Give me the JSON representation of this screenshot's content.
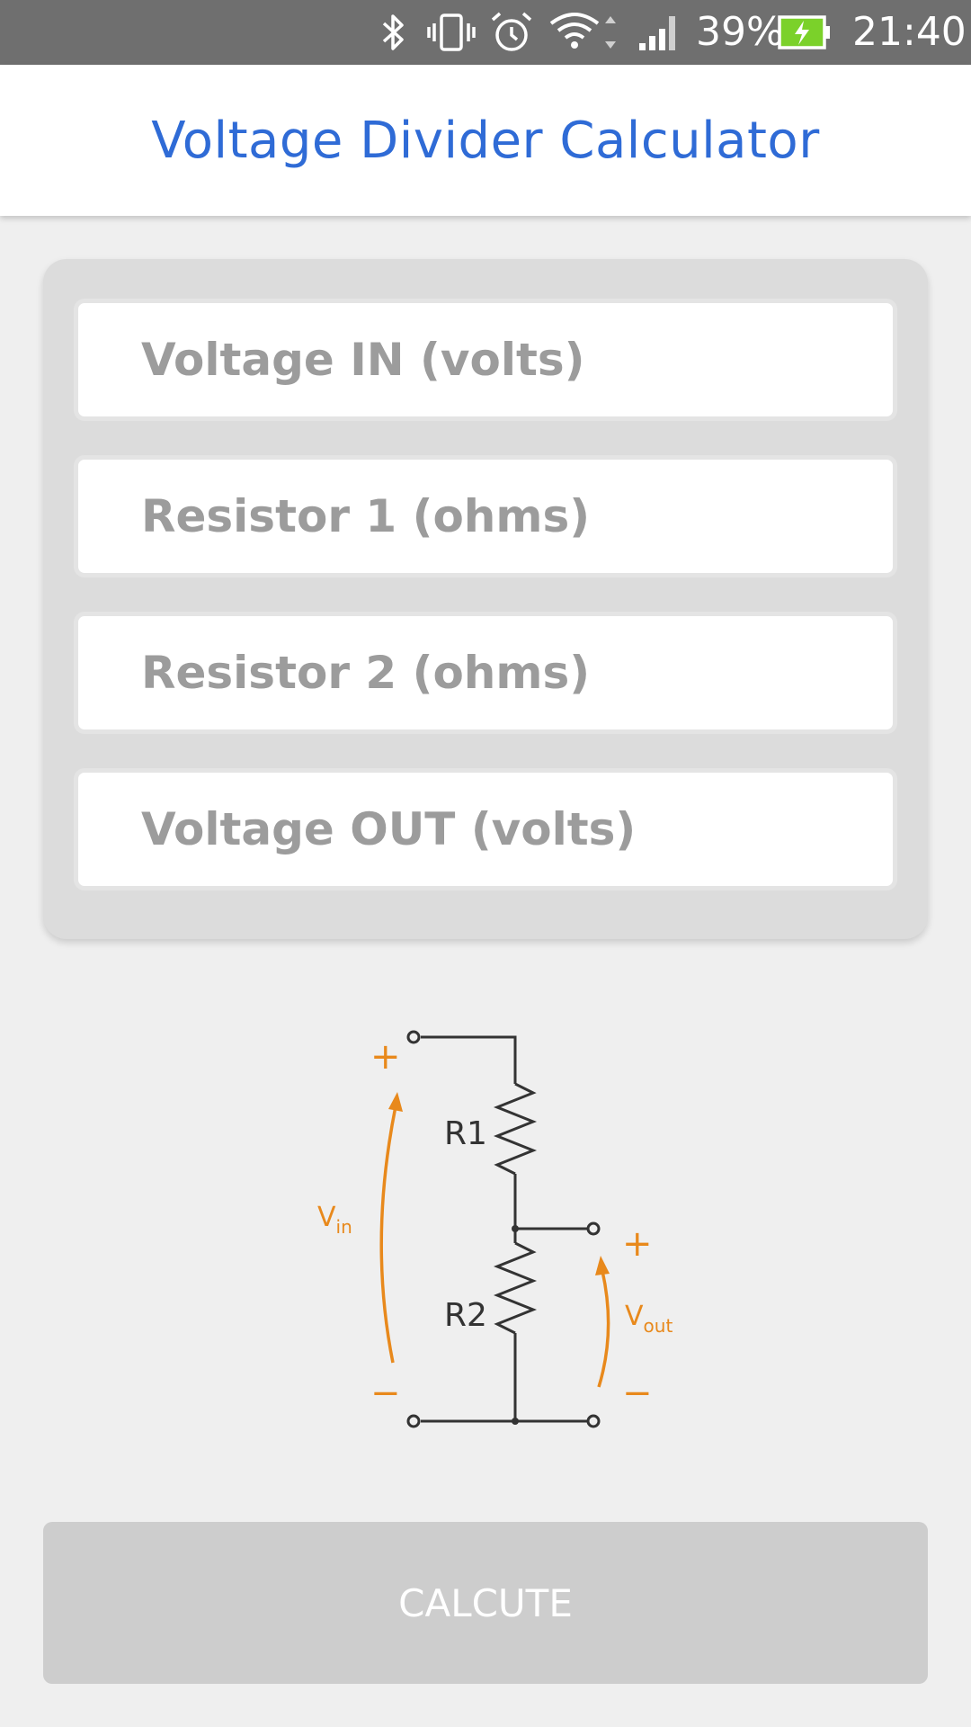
{
  "status_bar": {
    "battery_percent": "39%",
    "time": "21:40",
    "icons": [
      "bluetooth-icon",
      "vibrate-icon",
      "alarm-icon",
      "wifi-icon",
      "signal-icon",
      "battery-charging-icon"
    ]
  },
  "app_bar": {
    "title": "Voltage Divider Calculator"
  },
  "form": {
    "voltage_in": {
      "value": "",
      "placeholder": "Voltage IN (volts)"
    },
    "resistor_1": {
      "value": "",
      "placeholder": "Resistor 1 (ohms)"
    },
    "resistor_2": {
      "value": "",
      "placeholder": "Resistor 2 (ohms)"
    },
    "voltage_out": {
      "value": "",
      "placeholder": "Voltage OUT (volts)"
    }
  },
  "diagram": {
    "r1_label": "R1",
    "r2_label": "R2",
    "vin_main": "V",
    "vin_sub": "in",
    "vout_main": "V",
    "vout_sub": "out",
    "plus": "+",
    "minus": "−",
    "wire_color": "#333333",
    "accent_color": "#e8891c"
  },
  "actions": {
    "calculate_label": "CALCUTE"
  },
  "colors": {
    "title": "#2f6bd6",
    "status_bar": "#6f6f6f",
    "button_disabled": "#cdcdcd",
    "battery_fill": "#7bd12a"
  }
}
